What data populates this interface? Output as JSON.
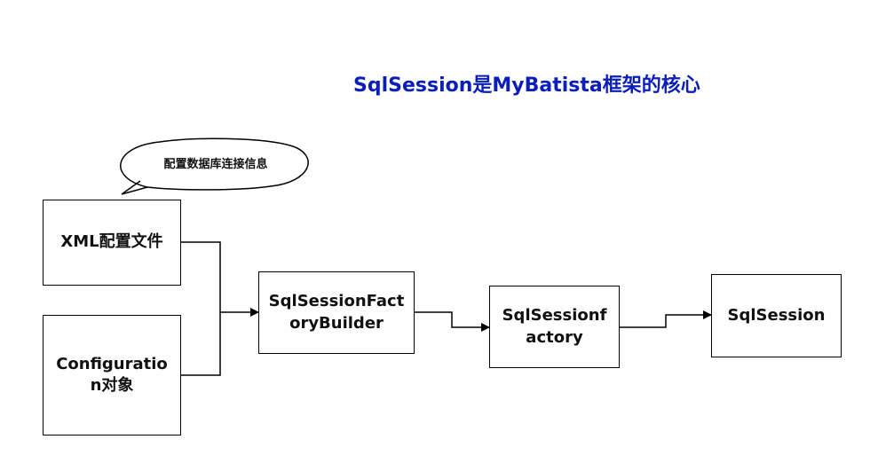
{
  "title": "SqlSession是MyBatista框架的核心",
  "callout": "配置数据库连接信息",
  "nodes": {
    "xml": "XML配置文件",
    "configuration": {
      "line1": "Configuratio",
      "line2": "n对象"
    },
    "builder": {
      "line1": "SqlSessionFact",
      "line2": "oryBuilder"
    },
    "factory": {
      "line1": "SqlSessionf",
      "line2": "actory"
    },
    "session": "SqlSession"
  },
  "edges": [
    {
      "from": "xml",
      "to": "builder"
    },
    {
      "from": "configuration",
      "to": "builder"
    },
    {
      "from": "builder",
      "to": "factory"
    },
    {
      "from": "factory",
      "to": "session"
    }
  ]
}
